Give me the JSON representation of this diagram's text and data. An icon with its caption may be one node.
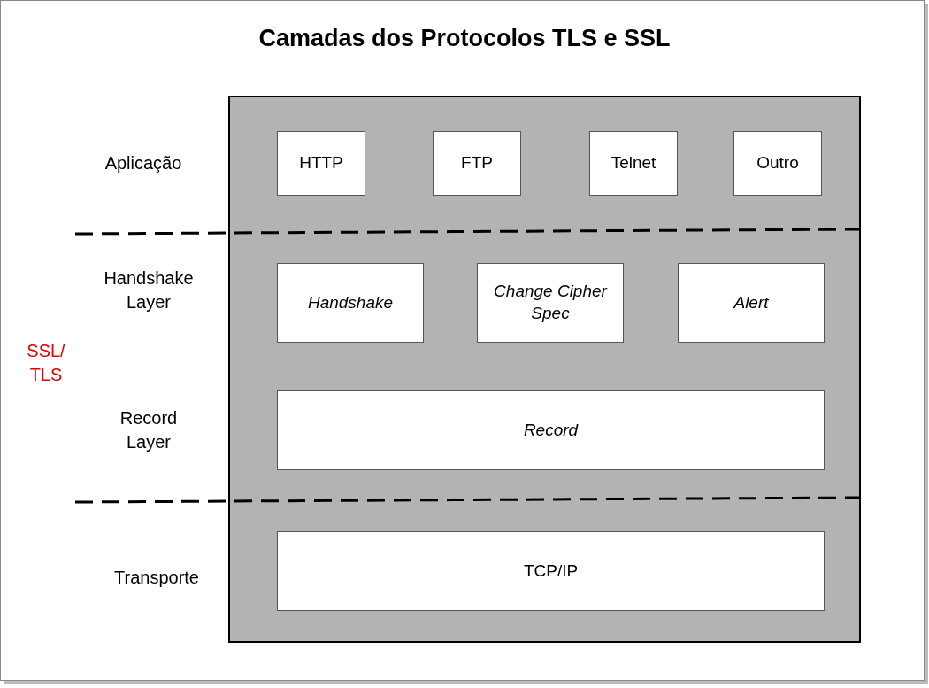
{
  "diagram": {
    "title": "Camadas dos Protocolos TLS e SSL",
    "nodes": [
      {
        "text": [],
        "shape": "box"
      },
      {
        "text": [
          "HTTP"
        ],
        "in": 0
      },
      {
        "text": [
          "FTP"
        ],
        "in": 0
      },
      {
        "text": [
          "Telnet"
        ],
        "in": 0
      },
      {
        "text": [
          "Outro"
        ],
        "in": 0
      },
      {
        "text": [
          "Handshake"
        ],
        "in": 0
      },
      {
        "text": [
          "Change Cipher Spec"
        ],
        "in": 0
      },
      {
        "text": [
          "Alert"
        ],
        "in": 0
      },
      {
        "text": [
          "Record"
        ],
        "in": 0
      },
      {
        "text": [
          "TCP/IP"
        ],
        "in": 0
      }
    ],
    "labels": [
      "Aplicação",
      "Handshake Layer",
      "SSL/ TLS",
      "Record Layer",
      "Transporte"
    ]
  }
}
